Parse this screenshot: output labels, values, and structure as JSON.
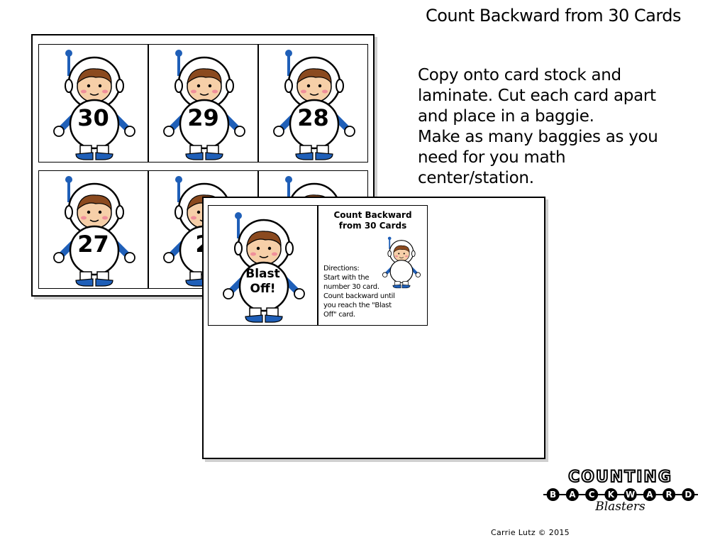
{
  "title": "Count Backward from 30 Cards",
  "instructions": [
    "Copy onto card stock and",
    "laminate.  Cut each card apart",
    "and place in a baggie.",
    "Make as many baggies as you",
    "need for you math",
    "center/station."
  ],
  "number_cards": [
    "30",
    "29",
    "28",
    "27",
    "2",
    ""
  ],
  "front": {
    "blast_line1": "Blast",
    "blast_line2": "Off!",
    "directions_title_line1": "Count Backward",
    "directions_title_line2": "from 30 Cards",
    "directions_lines": [
      "Directions:",
      "Start with the",
      "number 30 card.",
      "Count backward until",
      "you reach the \"Blast",
      "Off\" card."
    ]
  },
  "logo": {
    "top": "COUNTING",
    "middle_letters": [
      "B",
      "A",
      "C",
      "K",
      "W",
      "A",
      "R",
      "D"
    ],
    "bottom": "Blasters"
  },
  "credit": "Carrie Lutz © 2015",
  "colors": {
    "suit_blue": "#1f5fb8",
    "hair_brown": "#8b4a1f",
    "skin": "#f6cfa8",
    "cheek": "#f08f9a"
  }
}
